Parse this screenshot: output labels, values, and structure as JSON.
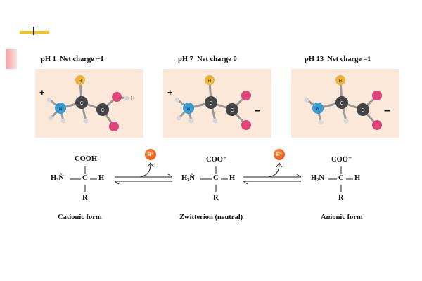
{
  "panels": [
    {
      "ph": "pH 1",
      "charge": "Net charge +1",
      "left_sign": "+",
      "right_sign": "",
      "oh_label": "H"
    },
    {
      "ph": "pH 7",
      "charge": "Net charge 0",
      "left_sign": "+",
      "right_sign": "–",
      "oh_label": ""
    },
    {
      "ph": "pH 13",
      "charge": "Net charge –1",
      "left_sign": "",
      "right_sign": "–",
      "oh_label": ""
    }
  ],
  "atoms": {
    "r": "R",
    "n": "N",
    "c": "C",
    "h": "H"
  },
  "structures": [
    {
      "top": "COOH",
      "left": "H₃N̊",
      "center": "C",
      "right": "H",
      "bottom": "R",
      "label": "Cationic form"
    },
    {
      "top": "COO⁻",
      "left": "H₃N̊",
      "center": "C",
      "right": "H",
      "bottom": "R",
      "label": "Zwitterion (neutral)"
    },
    {
      "top": "COO⁻",
      "left": "H₂N",
      "center": "C",
      "right": "H",
      "bottom": "R",
      "label": "Anionic form"
    }
  ],
  "proton": "H⁺",
  "colors": {
    "panel_bg": "#fce8d8",
    "nitrogen": "#3a9bd0",
    "carbon": "#444444",
    "oxygen": "#e0457a",
    "r_group": "#e8b540",
    "hydrogen": "#d8d8d8",
    "proton": "#e0480a",
    "accent": "#f0c419"
  }
}
